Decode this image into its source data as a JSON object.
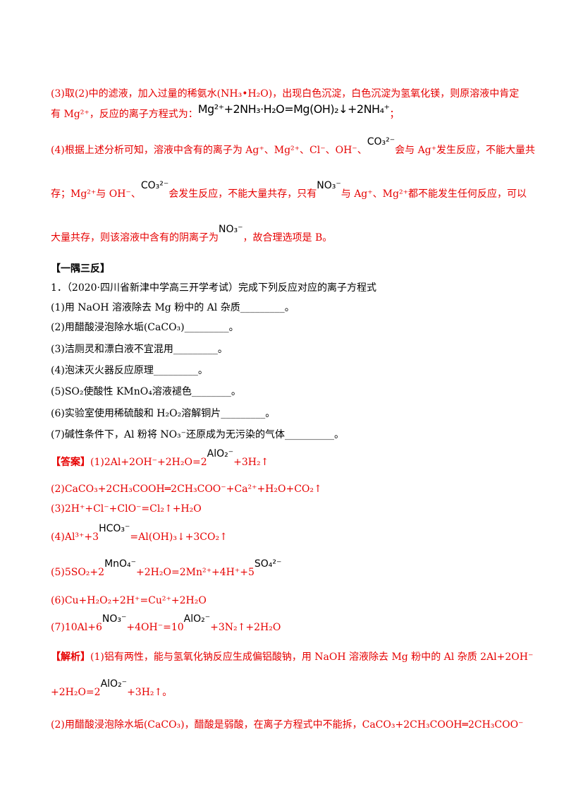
{
  "part1": {
    "line1": "(3)取(2)中的滤液，加入过量的稀氨水(NH₃•H₂O)，出现白色沉淀，白色沉淀为氢氧化镁，则原溶液中肯定",
    "line2_prefix": "有 Mg²⁺，反应的离子方程式为：",
    "line2_eq": "Mg²⁺+2NH₃·H₂O=Mg(OH)₂↓+2NH₄⁺",
    "line2_end": "；",
    "line3_a": "(4)根据上述分析可知，溶液中含有的离子为 Ag⁺、Mg²⁺、Cl⁻、OH⁻、",
    "line3_ion": "CO₃²⁻",
    "line3_b": "会与 Ag⁺发生反应，不能大量共",
    "line4_a": "存；Mg²⁺与 OH⁻、",
    "line4_ion1": "CO₃²⁻",
    "line4_b": "会发生反应，不能大量共存，只有",
    "line4_ion2": "NO₃⁻",
    "line4_c": "与 Ag⁺、Mg²⁺都不能发生任何反应，可以",
    "line5_a": "大量共存，则该溶液中含有的阴离子为",
    "line5_ion": "NO₃⁻",
    "line5_b": "，故合理选项是 B。"
  },
  "section_title": "【一隅三反】",
  "question": {
    "stem": "1．（2020·四川省新津中学高三开学考试）完成下列反应对应的离子方程式",
    "items": [
      "(1)用 NaOH 溶液除去 Mg 粉中的 Al 杂质_________。",
      "(2)用醋酸浸泡除水垢(CaCO₃)_________。",
      "(3)洁厕灵和漂白液不宜混用_________。",
      "(4)泡沫灭火器反应原理_________。",
      "(5)SO₂使酸性 KMnO₄溶液褪色________。",
      "(6)实验室使用稀硫酸和 H₂O₂溶解铜片_________。",
      "(7)碱性条件下，Al 粉将 NO₃⁻还原成为无污染的气体__________。"
    ]
  },
  "answer": {
    "label": "【答案】",
    "a1_a": "(1)2Al+2OH⁻+2H₂O=2",
    "a1_ion": "AlO₂⁻",
    "a1_b": "+3H₂↑",
    "a2": "(2)CaCO₃+2CH₃COOH═2CH₃COO⁻+Ca²⁺+H₂O+CO₂↑",
    "a3": "(3)2H⁺+Cl⁻+ClO⁻=Cl₂↑+H₂O",
    "a4_a": "(4)Al³⁺+3",
    "a4_ion": "HCO₃⁻",
    "a4_b": "=Al(OH)₃↓+3CO₂↑",
    "a5_a": "(5)5SO₂+2",
    "a5_ion1": "MnO₄⁻",
    "a5_b": "+2H₂O=2Mn²⁺+4H⁺+5",
    "a5_ion2": "SO₄²⁻",
    "a6": "(6)Cu+H₂O₂+2H⁺=Cu²⁺+2H₂O",
    "a7_a": "(7)10Al+6",
    "a7_ion1": "NO₃⁻",
    "a7_b": "+4OH⁻=10",
    "a7_ion2": "AlO₂⁻",
    "a7_c": "+3N₂↑+2H₂O"
  },
  "analysis": {
    "label": "【解析】",
    "l1": "(1)铝有两性，能与氢氧化钠反应生成偏铝酸钠，用 NaOH 溶液除去 Mg 粉中的 Al 杂质 2Al+2OH⁻",
    "l2_a": "+2H₂O=2",
    "l2_ion": "AlO₂⁻",
    "l2_b": "+3H₂↑。",
    "l3": "(2)用醋酸浸泡除水垢(CaCO₃)，醋酸是弱酸，在离子方程式中不能拆，CaCO₃+2CH₃COOH═2CH₃COO⁻"
  }
}
